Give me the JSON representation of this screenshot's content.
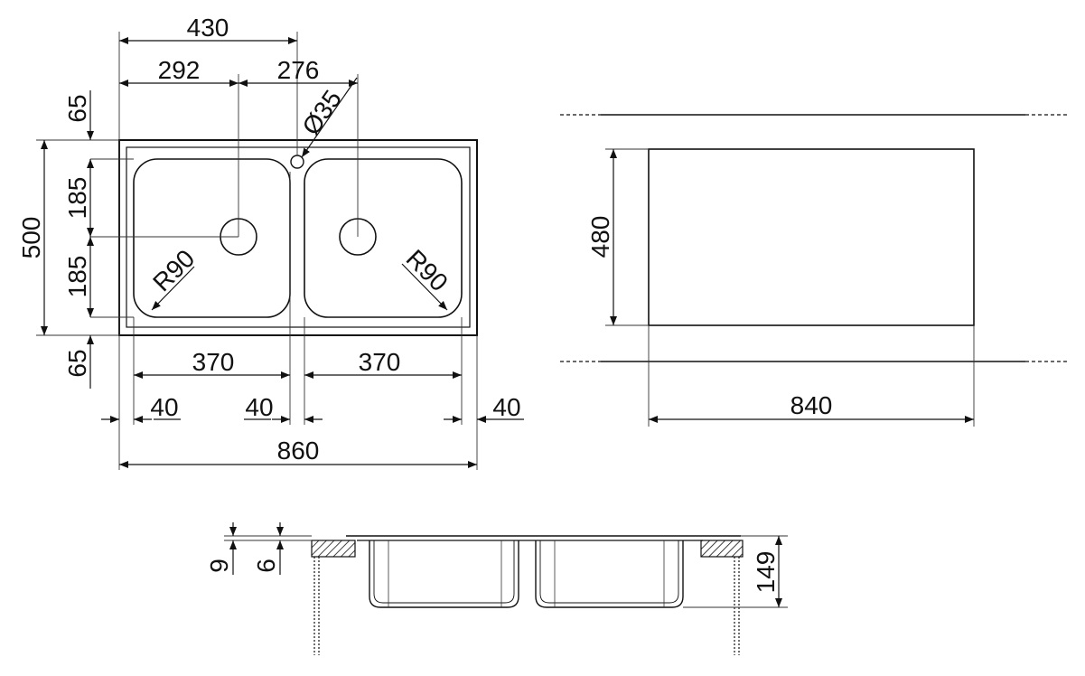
{
  "colors": {
    "line": "#111111",
    "thin_line": "#333333",
    "background": "#ffffff"
  },
  "top_view": {
    "dim_overall_width": "860",
    "dim_waste_to_tap": "430",
    "dim_left_waste": "292",
    "dim_right_waste": "276",
    "dim_tap_hole": "Ø35",
    "dim_overall_depth": "500",
    "dim_top_margin": "65",
    "dim_upper_half": "185",
    "dim_lower_half": "185",
    "dim_bottom_margin": "65",
    "dim_left_radius": "R90",
    "dim_right_radius": "R90",
    "dim_left_bowl": "370",
    "dim_right_bowl": "370",
    "dim_left_edge": "40",
    "dim_center_divider": "40",
    "dim_right_edge": "40"
  },
  "cutout_view": {
    "dim_width": "840",
    "dim_depth": "480"
  },
  "section_view": {
    "dim_rim": "9",
    "dim_lip": "6",
    "dim_bowl_depth": "149"
  }
}
